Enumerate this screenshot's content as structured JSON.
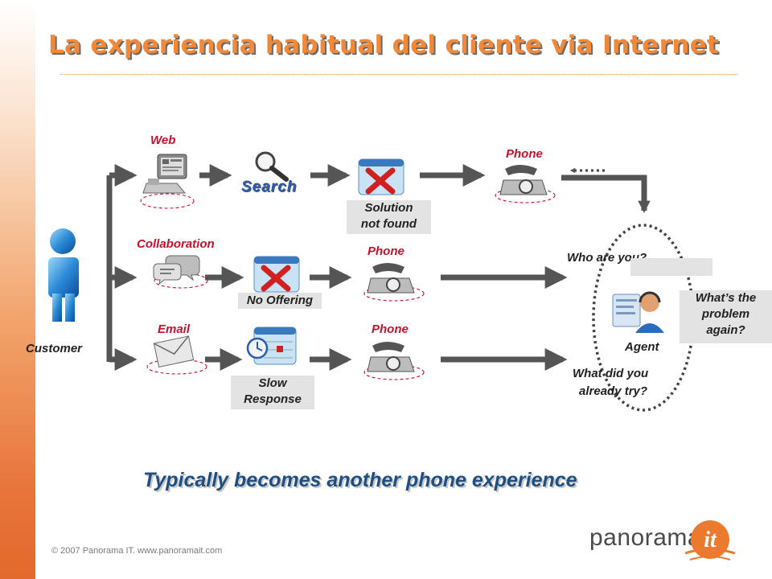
{
  "title": "La experiencia habitual del cliente via Internet",
  "labels": {
    "web": "Web",
    "collaboration": "Collaboration",
    "email": "Email",
    "customer": "Customer",
    "search": "Search",
    "solution_line1": "Solution",
    "solution_line2": "not found",
    "no_offering": "No Offering",
    "slow_line1": "Slow",
    "slow_line2": "Response",
    "phone_top": "Phone",
    "phone_mid": "Phone",
    "phone_bottom": "Phone",
    "who": "Who are you?",
    "problem_line1": "What’s the",
    "problem_line2": "problem",
    "problem_line3": "again?",
    "agent": "Agent",
    "tried_line1": "What did you",
    "tried_line2": "already try?"
  },
  "headline": "Typically becomes another phone experience",
  "footer": "© 2007 Panorama IT. www.panoramait.com",
  "brand": {
    "name": "panorama",
    "mark": "it"
  },
  "colors": {
    "accent": "#f08a3a",
    "red_label": "#c8102e",
    "headline": "#1f4f80",
    "arrow": "#555555"
  }
}
